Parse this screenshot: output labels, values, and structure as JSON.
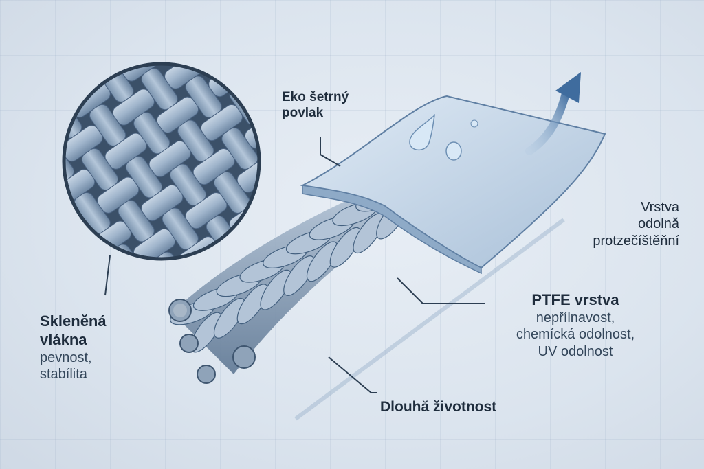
{
  "labels": {
    "glass_fiber": {
      "title_line1": "Skleněná",
      "title_line2": "vlákna",
      "desc_line1": "pevnost,",
      "desc_line2": "stabílita"
    },
    "eco_coating": {
      "line1": "Eko šetrný",
      "line2": "povlak"
    },
    "water_layer": {
      "line1": "Vrstva",
      "line2": "odolnă",
      "line3": "protzečíštěňní"
    },
    "ptfe": {
      "title": "PTFE vrstva",
      "desc_line1": "nepřílnavost,",
      "desc_line2": "chemícká odolnost,",
      "desc_line3": "UV odolnost"
    },
    "longevity": {
      "text": "Dlouhă živоtnost"
    }
  },
  "colors": {
    "fiber_light": "#b9c9da",
    "fiber_dark": "#4d6580",
    "coating": "#c9daea",
    "arrow": "#4a76a8",
    "text": "#1f2d3d"
  },
  "icons": {
    "arrow": "curved-arrow-icon",
    "droplets": "water-droplet-icon"
  }
}
